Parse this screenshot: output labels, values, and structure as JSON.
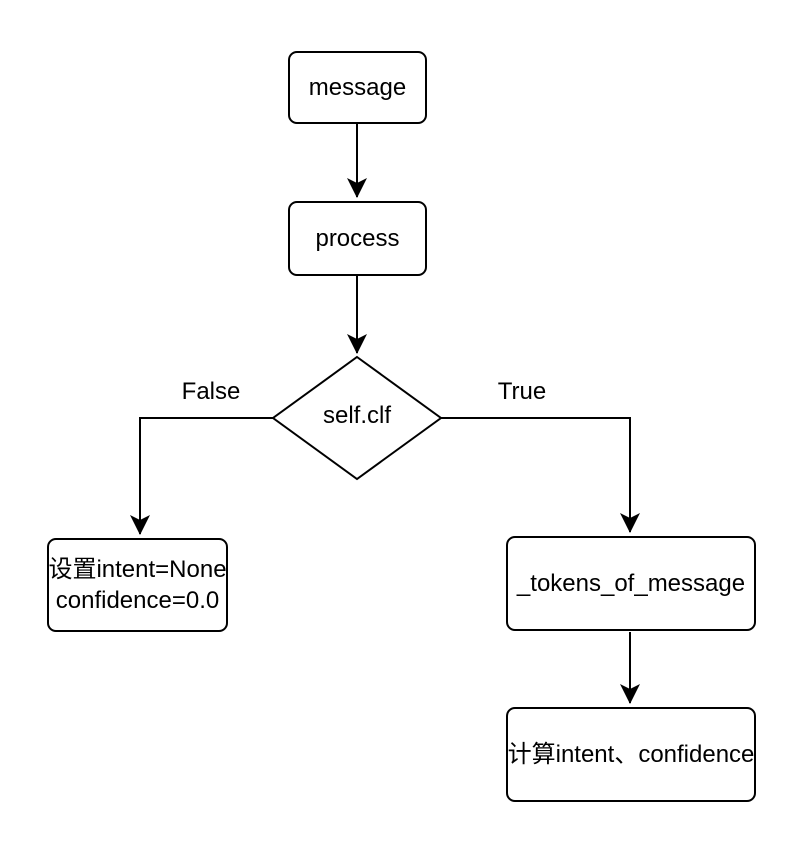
{
  "diagram": {
    "nodes": {
      "message": {
        "label": "message"
      },
      "process": {
        "label": "process"
      },
      "decision": {
        "label": "self.clf"
      },
      "set_intent": {
        "line1": "设置intent=None",
        "line2": "confidence=0.0"
      },
      "tokens": {
        "label": "_tokens_of_message"
      },
      "compute": {
        "label": "计算intent、confidence"
      }
    },
    "edge_labels": {
      "false_branch": "False",
      "true_branch": "True"
    },
    "colors": {
      "stroke": "#000000",
      "fill": "#ffffff"
    }
  }
}
